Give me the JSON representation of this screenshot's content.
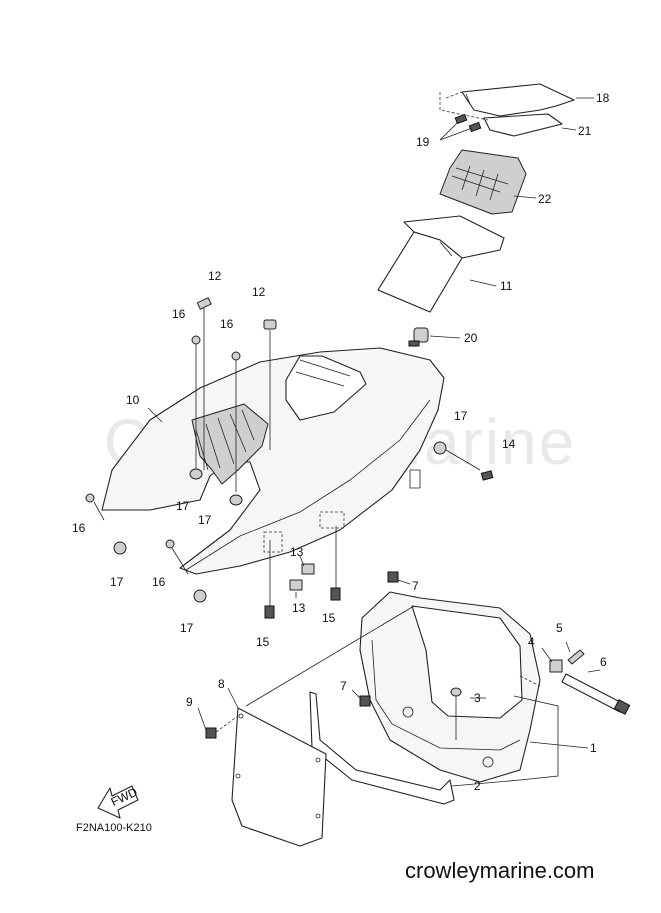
{
  "watermark": "Crowley Marine",
  "footer_site": "crowleymarine.com",
  "diagram_code": "F2NA100-K210",
  "fwd_label": "FWD",
  "callouts": {
    "c1": "1",
    "c2": "2",
    "c3": "3",
    "c4": "4",
    "c5": "5",
    "c6": "6",
    "c7a": "7",
    "c7b": "7",
    "c8": "8",
    "c9": "9",
    "c10": "10",
    "c11": "11",
    "c12a": "12",
    "c12b": "12",
    "c13a": "13",
    "c13b": "13",
    "c14": "14",
    "c15a": "15",
    "c15b": "15",
    "c16a": "16",
    "c16b": "16",
    "c16c": "16",
    "c16d": "16",
    "c17a": "17",
    "c17b": "17",
    "c17c": "17",
    "c17d": "17",
    "c17e": "17",
    "c18": "18",
    "c19": "19",
    "c20": "20",
    "c21": "21",
    "c22": "22"
  }
}
